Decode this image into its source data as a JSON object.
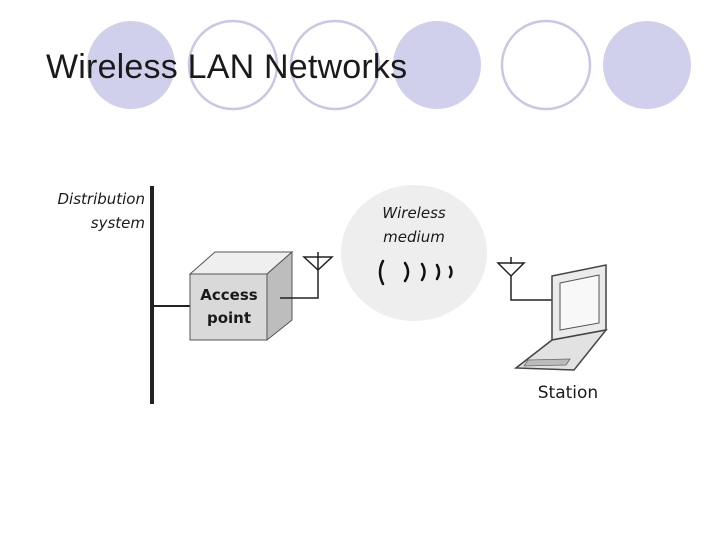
{
  "slide": {
    "title": "Wireless LAN Networks"
  },
  "diagram": {
    "distribution_system_line1": "Distribution",
    "distribution_system_line2": "system",
    "access_point_line1": "Access",
    "access_point_line2": "point",
    "wireless_medium_line1": "Wireless",
    "wireless_medium_line2": "medium",
    "station_label": "Station"
  },
  "colors": {
    "circle_filled": "#d0d0ec",
    "circle_outline": "#c8c8e4",
    "box_fill": "#d9d9d9",
    "medium_bubble": "#eeeeee"
  }
}
